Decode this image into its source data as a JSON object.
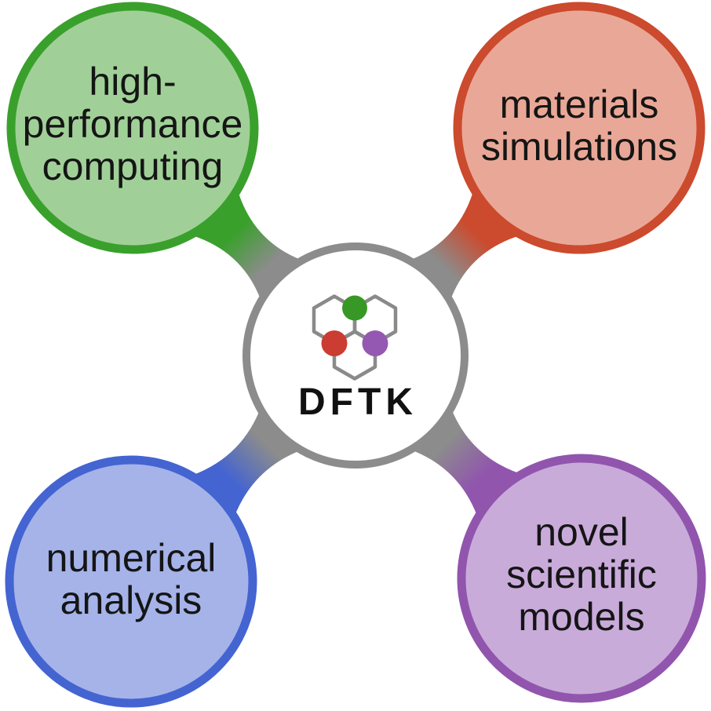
{
  "title": "DFTK mindmap diagram",
  "center": {
    "label": "DFTK"
  },
  "nodes": {
    "top_left": {
      "id": "high-performance-computing",
      "lines": [
        "high-",
        "performance",
        "computing"
      ]
    },
    "top_right": {
      "id": "materials-simulations",
      "lines": [
        "materials",
        "simulations"
      ]
    },
    "bottom_left": {
      "id": "numerical-analysis",
      "lines": [
        "numerical",
        "analysis"
      ]
    },
    "bottom_right": {
      "id": "novel-scientific-models",
      "lines": [
        "novel",
        "scientific",
        "models"
      ]
    }
  },
  "colors": {
    "green_border": "#3aa02c",
    "green_fill": "#a0d098",
    "red_border": "#cc4a2d",
    "red_fill": "#e9a897",
    "blue_border": "#4464d1",
    "blue_fill": "#a5b3e9",
    "purple_border": "#9155ae",
    "purple_fill": "#c9abda",
    "gray": "#8c8c8c",
    "hex_stroke": "#8a8a8a",
    "logo_green": "#389826",
    "logo_red": "#cb3c33",
    "logo_purple": "#9558b2",
    "text": "#151515",
    "background": "#ffffff"
  }
}
